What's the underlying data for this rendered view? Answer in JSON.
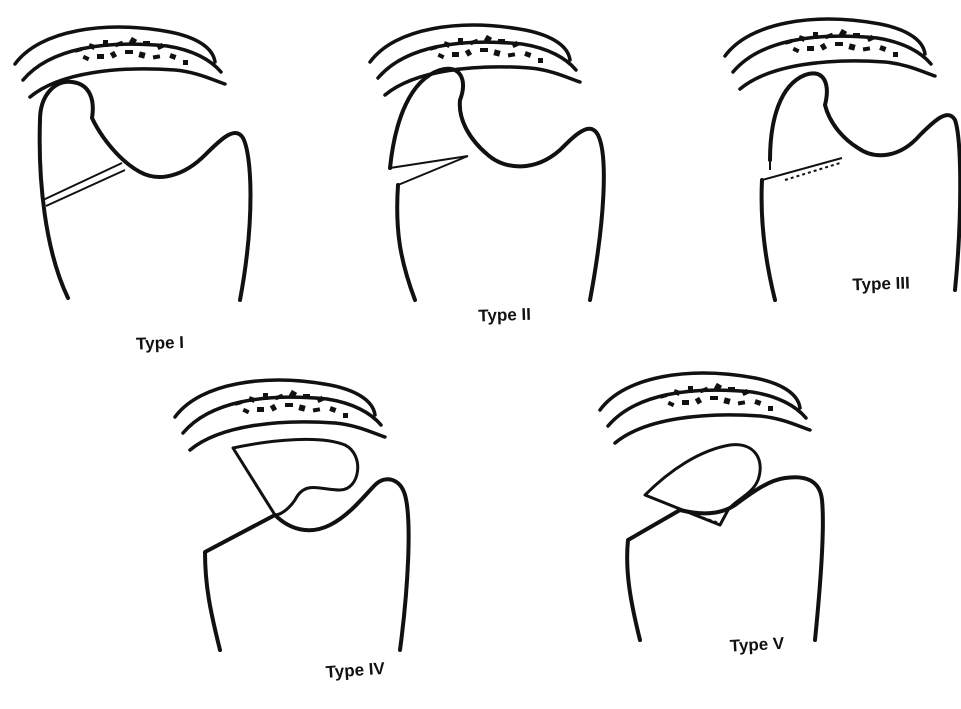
{
  "diagram": {
    "ink_color": "#111111",
    "background_color": "#ffffff",
    "panels": [
      {
        "label": "Type I"
      },
      {
        "label": "Type II"
      },
      {
        "label": "Type III"
      },
      {
        "label": "Type IV"
      },
      {
        "label": "Type V"
      }
    ]
  }
}
